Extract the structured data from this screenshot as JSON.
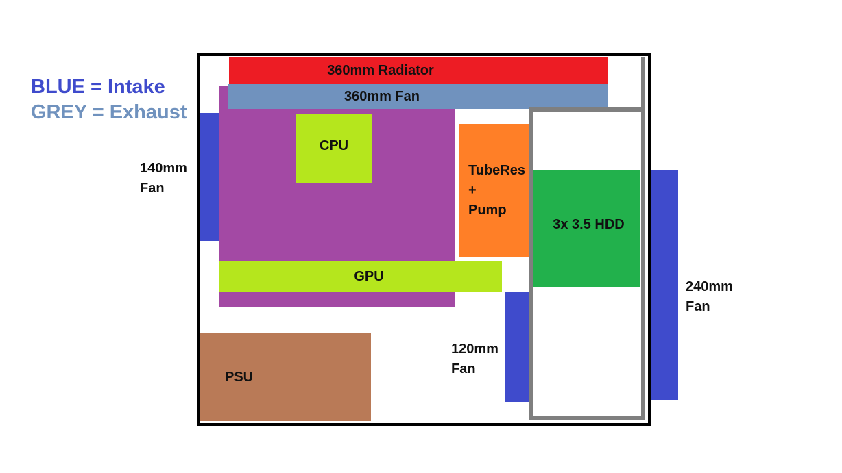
{
  "legend": {
    "intake": "BLUE = Intake",
    "exhaust": "GREY = Exhaust"
  },
  "components": {
    "radiator": "360mm Radiator",
    "top_fan": "360mm Fan",
    "cpu": "CPU",
    "gpu": "GPU",
    "tuberes": [
      "TubeRes",
      "+",
      "Pump"
    ],
    "hdd": "3x 3.5 HDD",
    "psu": "PSU",
    "front_fan": [
      "140mm",
      "Fan"
    ],
    "middle_fan": [
      "120mm",
      "Fan"
    ],
    "side_fan": [
      "240mm",
      "Fan"
    ]
  },
  "colors": {
    "intake": "#3f4bcc",
    "exhaust": "#7092be",
    "radiator": "#ed1c24",
    "motherboard": "#a349a4",
    "cpu_gpu": "#b5e61d",
    "tuberes": "#ff7f27",
    "hdd": "#22b14c",
    "psu": "#b97a57",
    "cage": "#7f7f7f"
  }
}
